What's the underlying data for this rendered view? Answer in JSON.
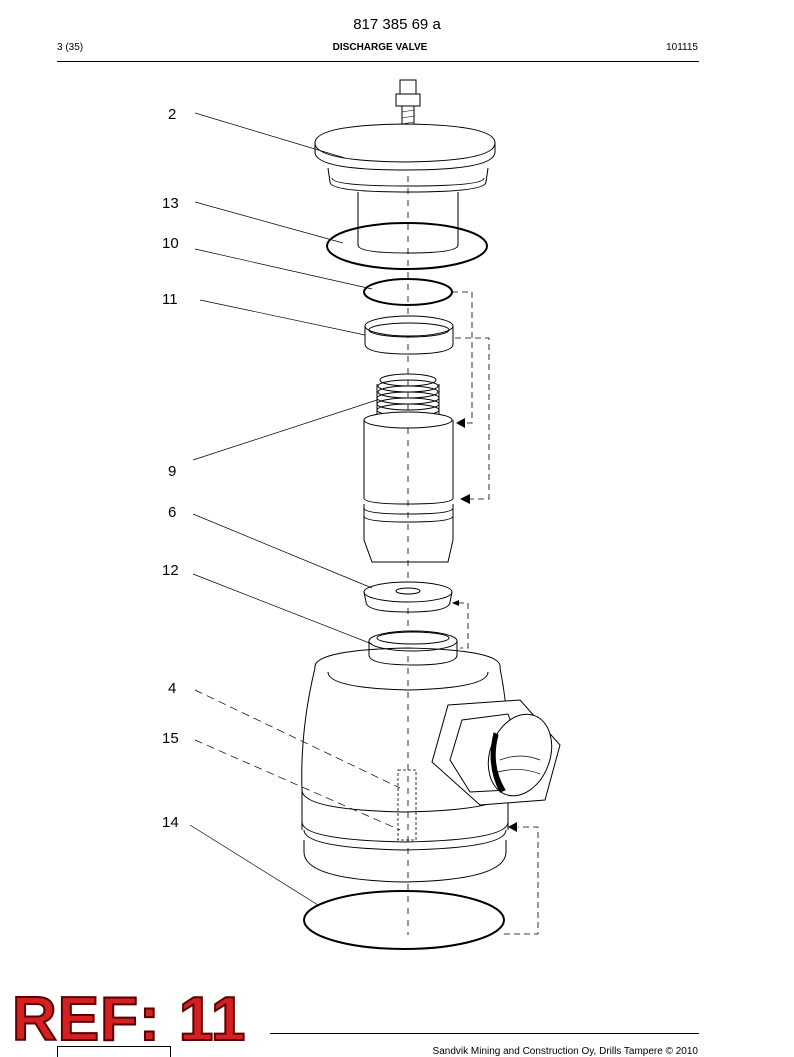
{
  "header": {
    "doc_number": "817 385 69 a",
    "page": "3 (35)",
    "title": "DISCHARGE VALVE",
    "date": "101115"
  },
  "callouts": [
    {
      "id": "c2",
      "label": "2"
    },
    {
      "id": "c13",
      "label": "13"
    },
    {
      "id": "c10",
      "label": "10"
    },
    {
      "id": "c11",
      "label": "11"
    },
    {
      "id": "c9",
      "label": "9"
    },
    {
      "id": "c6",
      "label": "6"
    },
    {
      "id": "c12",
      "label": "12"
    },
    {
      "id": "c4",
      "label": "4"
    },
    {
      "id": "c15",
      "label": "15"
    },
    {
      "id": "c14",
      "label": "14"
    }
  ],
  "stamp": {
    "text": "REF: 11",
    "color": "#d42020"
  },
  "footer": {
    "copyright": "Sandvik Mining and Construction Oy, Drills Tampere © 2010"
  }
}
